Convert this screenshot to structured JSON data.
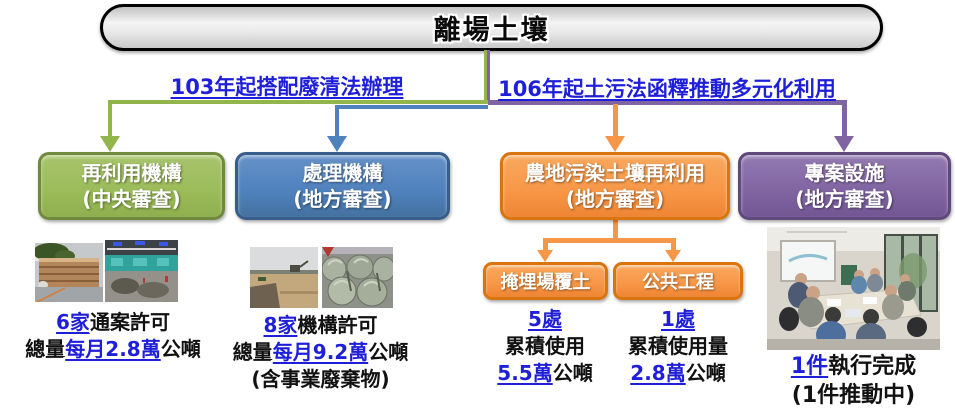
{
  "root": {
    "title": "離場土壤"
  },
  "branches": {
    "left": {
      "label": "103年起搭配廢清法辦理"
    },
    "right": {
      "label": "106年起土污法函釋推動多元化利用"
    }
  },
  "boxes": {
    "reuse": {
      "line1": "再利用機構",
      "line2": "(中央審查)"
    },
    "treatment": {
      "line1": "處理機構",
      "line2": "(地方審查)"
    },
    "farmland": {
      "line1": "農地污染土壤再利用",
      "line2": "(地方審查)"
    },
    "project": {
      "line1": "專案設施",
      "line2": "(地方審查)"
    }
  },
  "subboxes": {
    "landfill": {
      "label": "掩埋場覆土"
    },
    "public": {
      "label": "公共工程"
    }
  },
  "captions": {
    "reuse": {
      "lines": [
        {
          "parts": [
            {
              "t": "6家",
              "hl": true
            },
            {
              "t": "通案許可",
              "hl": false
            }
          ]
        },
        {
          "parts": [
            {
              "t": "總量",
              "hl": false
            },
            {
              "t": "每月2.8萬",
              "hl": true
            },
            {
              "t": "公噸",
              "hl": false
            }
          ]
        }
      ]
    },
    "treatment": {
      "lines": [
        {
          "parts": [
            {
              "t": "8家",
              "hl": true
            },
            {
              "t": "機構許可",
              "hl": false
            }
          ]
        },
        {
          "parts": [
            {
              "t": "總量",
              "hl": false
            },
            {
              "t": "每月9.2萬",
              "hl": true
            },
            {
              "t": "公噸",
              "hl": false
            }
          ]
        },
        {
          "parts": [
            {
              "t": "(含事業廢棄物)",
              "hl": false
            }
          ]
        }
      ]
    },
    "landfill": {
      "lines": [
        {
          "parts": [
            {
              "t": "5處",
              "hl": true
            }
          ]
        },
        {
          "parts": [
            {
              "t": "累積使用",
              "hl": false
            }
          ]
        },
        {
          "parts": [
            {
              "t": "5.5萬",
              "hl": true
            },
            {
              "t": "公噸",
              "hl": false
            }
          ]
        }
      ]
    },
    "public": {
      "lines": [
        {
          "parts": [
            {
              "t": "1處",
              "hl": true
            }
          ]
        },
        {
          "parts": [
            {
              "t": "累積使用量",
              "hl": false
            }
          ]
        },
        {
          "parts": [
            {
              "t": "2.8萬",
              "hl": true
            },
            {
              "t": "公噸",
              "hl": false
            }
          ]
        }
      ]
    },
    "project": {
      "lines": [
        {
          "parts": [
            {
              "t": "1件",
              "hl": true
            },
            {
              "t": "執行完成",
              "hl": false
            }
          ]
        },
        {
          "parts": [
            {
              "t": "(1件推動中)",
              "hl": false
            }
          ]
        }
      ]
    }
  },
  "photos": {
    "reuse1": "soil-bag-wall-outdoor",
    "reuse2": "indoor-reuse-facility",
    "treatment1": "excavation-site",
    "treatment2": "gray-bulk-bags",
    "project1": "project-review-meeting"
  },
  "colors": {
    "accent_text_blue": "#1f1fd9",
    "green": "#9bbb59",
    "blue": "#4f81bd",
    "orange": "#f79646",
    "purple": "#8064a2"
  }
}
